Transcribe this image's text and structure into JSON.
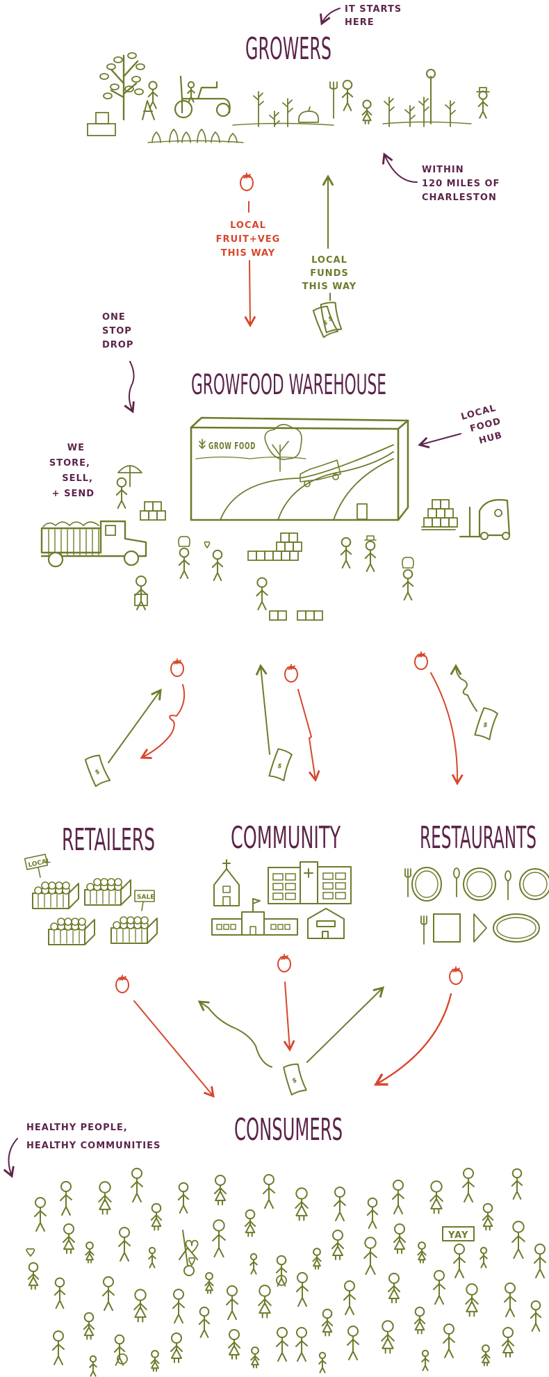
{
  "growers": {
    "title": "GROWERS",
    "start_note": [
      "IT STARTS",
      "HERE"
    ],
    "radius_note": [
      "WITHIN",
      "120 MILES OF",
      "CHARLESTON"
    ]
  },
  "flow_to_hub": {
    "produce_label": [
      "LOCAL",
      "FRUIT+VEG",
      "THIS WAY"
    ],
    "funds_label": [
      "LOCAL",
      "FUNDS",
      "THIS WAY"
    ],
    "bill_symbol": "$"
  },
  "warehouse": {
    "title": "GROWFOOD WAREHOUSE",
    "drop_note": [
      "ONE",
      "STOP",
      "DROP"
    ],
    "hub_note": [
      "LOCAL",
      "FOOD",
      "HUB"
    ],
    "services_note": [
      "WE",
      "STORE,",
      "SELL,",
      "+ SEND"
    ],
    "logo_text": "GROW FOOD"
  },
  "destinations": {
    "retailers": {
      "title": "RETAILERS",
      "signs": [
        "LOCAL",
        "SALE"
      ]
    },
    "community": {
      "title": "COMMUNITY"
    },
    "restaurants": {
      "title": "RESTAURANTS"
    }
  },
  "consumers": {
    "title": "CONSUMERS",
    "note": [
      "HEALTHY PEOPLE,",
      "HEALTHY COMMUNITIES"
    ],
    "sign": "YAY"
  },
  "colors": {
    "heading_purple": "#5c2449",
    "produce_red": "#d8462b",
    "illustration_green": "#6f7a2b"
  }
}
